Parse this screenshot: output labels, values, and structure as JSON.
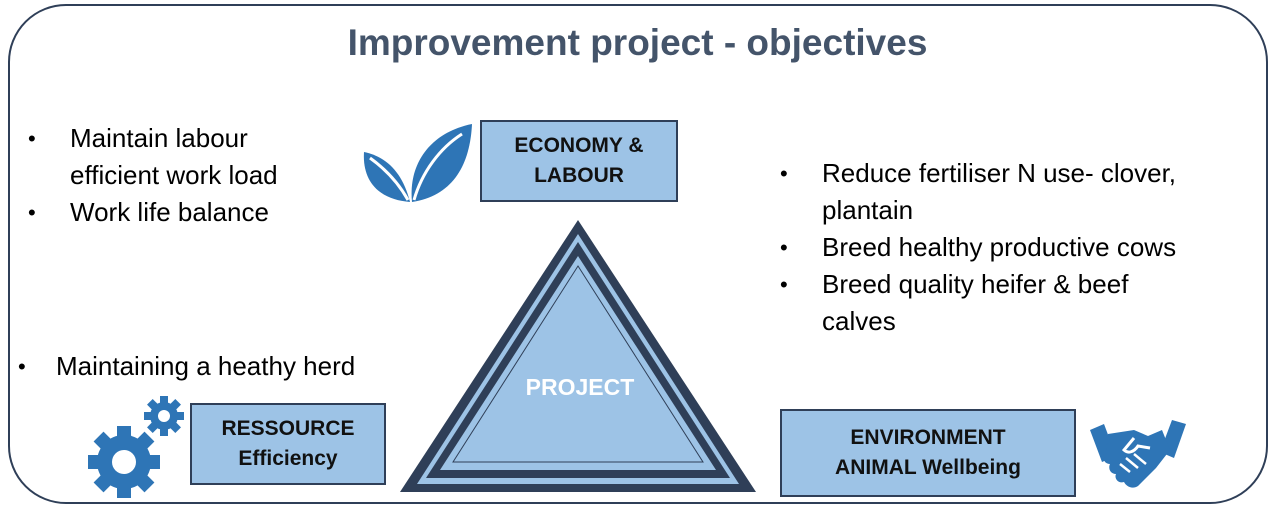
{
  "title": "Improvement project - objectives",
  "top_left_bullets": [
    "Maintain labour efficient work load",
    "Work life balance"
  ],
  "right_bullets": [
    "Reduce fertiliser N use- clover, plantain",
    "Breed healthy productive cows",
    "Breed quality heifer & beef calves"
  ],
  "left_bullet": "Maintaining a heathy herd",
  "economy_box": {
    "line1": "ECONOMY &",
    "line2": "LABOUR"
  },
  "resource_box": {
    "line1": "RESSOURCE",
    "line2": "Efficiency"
  },
  "environment_box": {
    "line1": "ENVIRONMENT",
    "line2": "ANIMAL Wellbeing"
  },
  "center_label": "PROJECT",
  "icons": {
    "economy": "leaf-icon",
    "resource": "gears-icon",
    "environment": "handshake-icon"
  },
  "colors": {
    "title": "#44546a",
    "box_fill": "#9dc3e6",
    "outline": "#2f3f58",
    "icon": "#2e75b6"
  }
}
